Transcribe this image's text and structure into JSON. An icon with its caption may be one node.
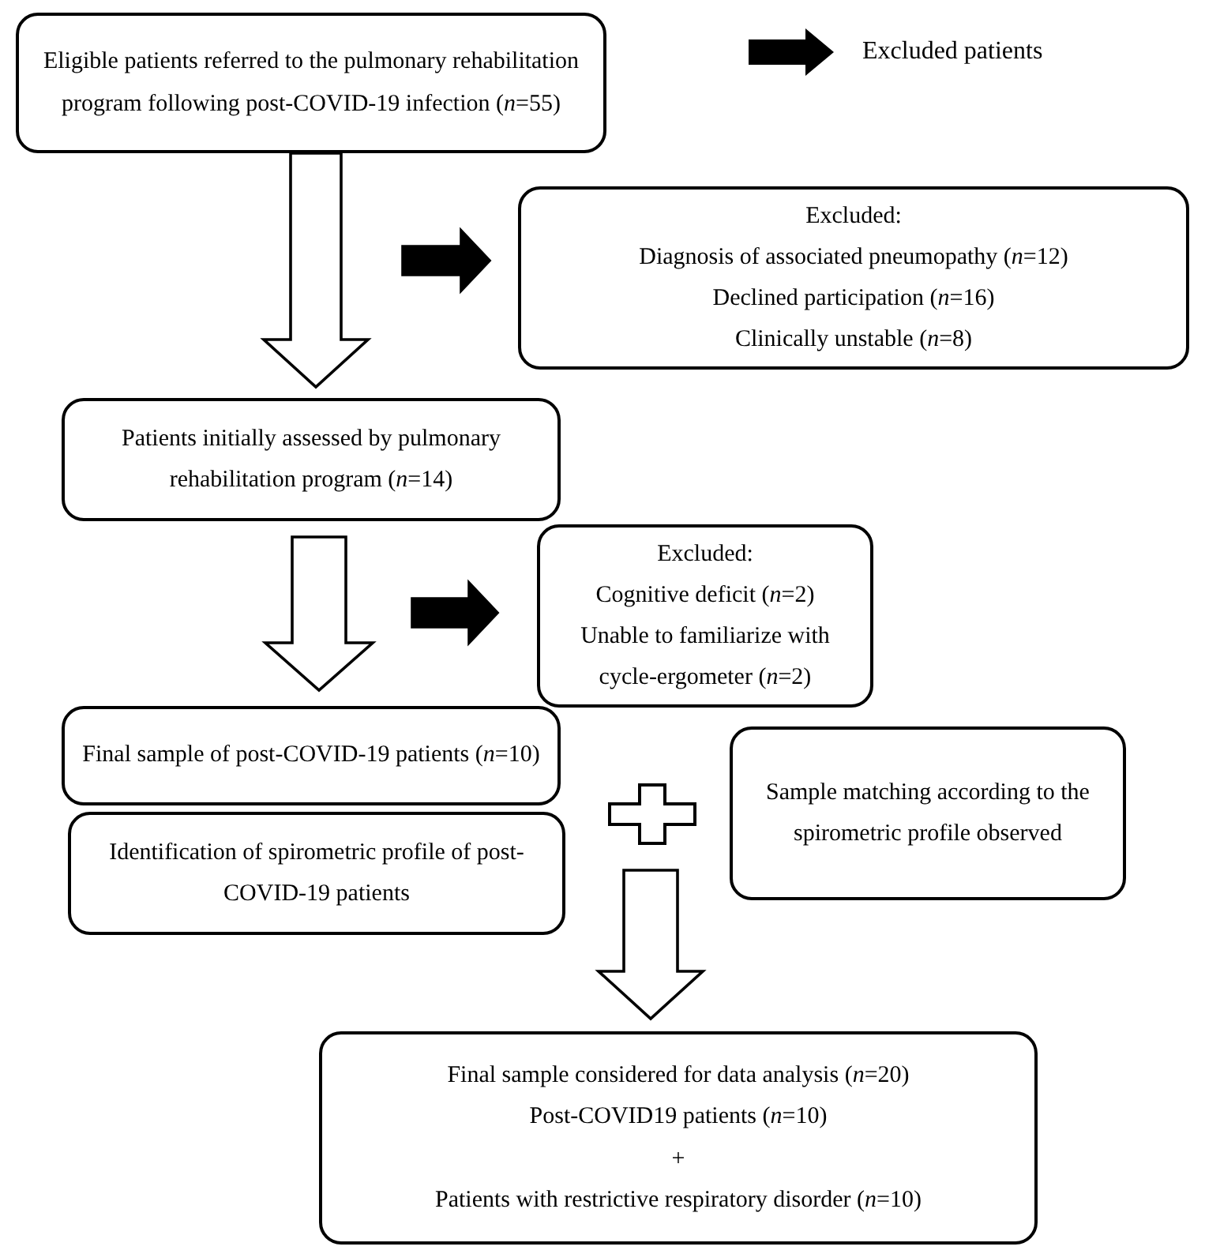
{
  "diagram": {
    "nodes": [
      {
        "text": [
          "Eligible patients referred to the pulmonary rehabilitation program following post-COVID-19 infection (*n*=55)"
        ]
      },
      {
        "text": [
          "Excluded:",
          "Diagnosis of associated pneumopathy (*n*=12)",
          "Declined participation (*n*=16)",
          "Clinically unstable (*n*=8)"
        ]
      },
      {
        "text": [
          "Patients initially assessed by pulmonary rehabilitation program (*n*=14)"
        ]
      },
      {
        "text": [
          "Excluded:",
          "Cognitive deficit (*n*=2)",
          "Unable to familiarize with cycle-ergometer (*n*=2)"
        ]
      },
      {
        "text": [
          "Final sample of post-COVID-19 patients (*n*=10)"
        ]
      },
      {
        "text": [
          "Identification of spirometric profile of post-COVID-19 patients"
        ]
      },
      {
        "text": [],
        "shape": "plus"
      },
      {
        "text": [
          "Sample matching according to the spirometric profile observed"
        ]
      },
      {
        "text": [
          "Final sample considered for data analysis (*n*=20)",
          "Post-COVID19 patients (*n*=10)",
          "+",
          "Patients with restrictive respiratory disorder (*n*=10)"
        ]
      }
    ],
    "edges": [
      {
        "from": 0,
        "to": 2,
        "arrow": "to"
      },
      {
        "from": null,
        "to": 1,
        "arrow": "to",
        "color": "#000000"
      },
      {
        "from": 2,
        "to": 4,
        "arrow": "to"
      },
      {
        "from": null,
        "to": 3,
        "arrow": "to",
        "color": "#000000"
      },
      {
        "from": 6,
        "to": 8,
        "arrow": "to"
      }
    ],
    "legend": [
      {
        "text": "Excluded patients"
      }
    ]
  }
}
